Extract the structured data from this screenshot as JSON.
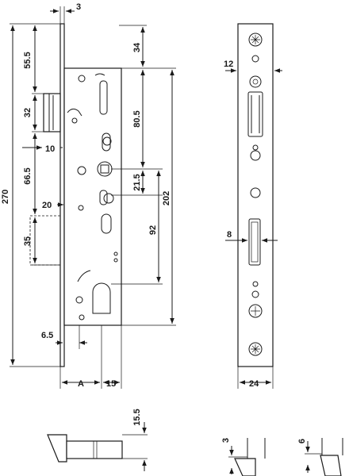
{
  "dimensions": {
    "faceplate_thickness": "3",
    "top_to_follower": "55.5",
    "top_to_spindle_hole": "34",
    "latch_height": "32",
    "spindle_to_hook": "80.5",
    "latch_projection": "10",
    "follower_to_cylinder": "66.5",
    "total_height": "270",
    "spindle_offset": "21.5",
    "body_height": "202",
    "backset_lower": "20",
    "cylinder_to_bottom": "92",
    "lower_recess": "35",
    "faceplate_edge": "6.5",
    "backset_label": "A",
    "body_depth": "15",
    "faceplate_width": "24",
    "hole_offset": "12",
    "bolt_slot_width": "8",
    "latch_bolt_height": "15.5",
    "bolt_throw_a": "3",
    "bolt_throw_b": "6"
  }
}
